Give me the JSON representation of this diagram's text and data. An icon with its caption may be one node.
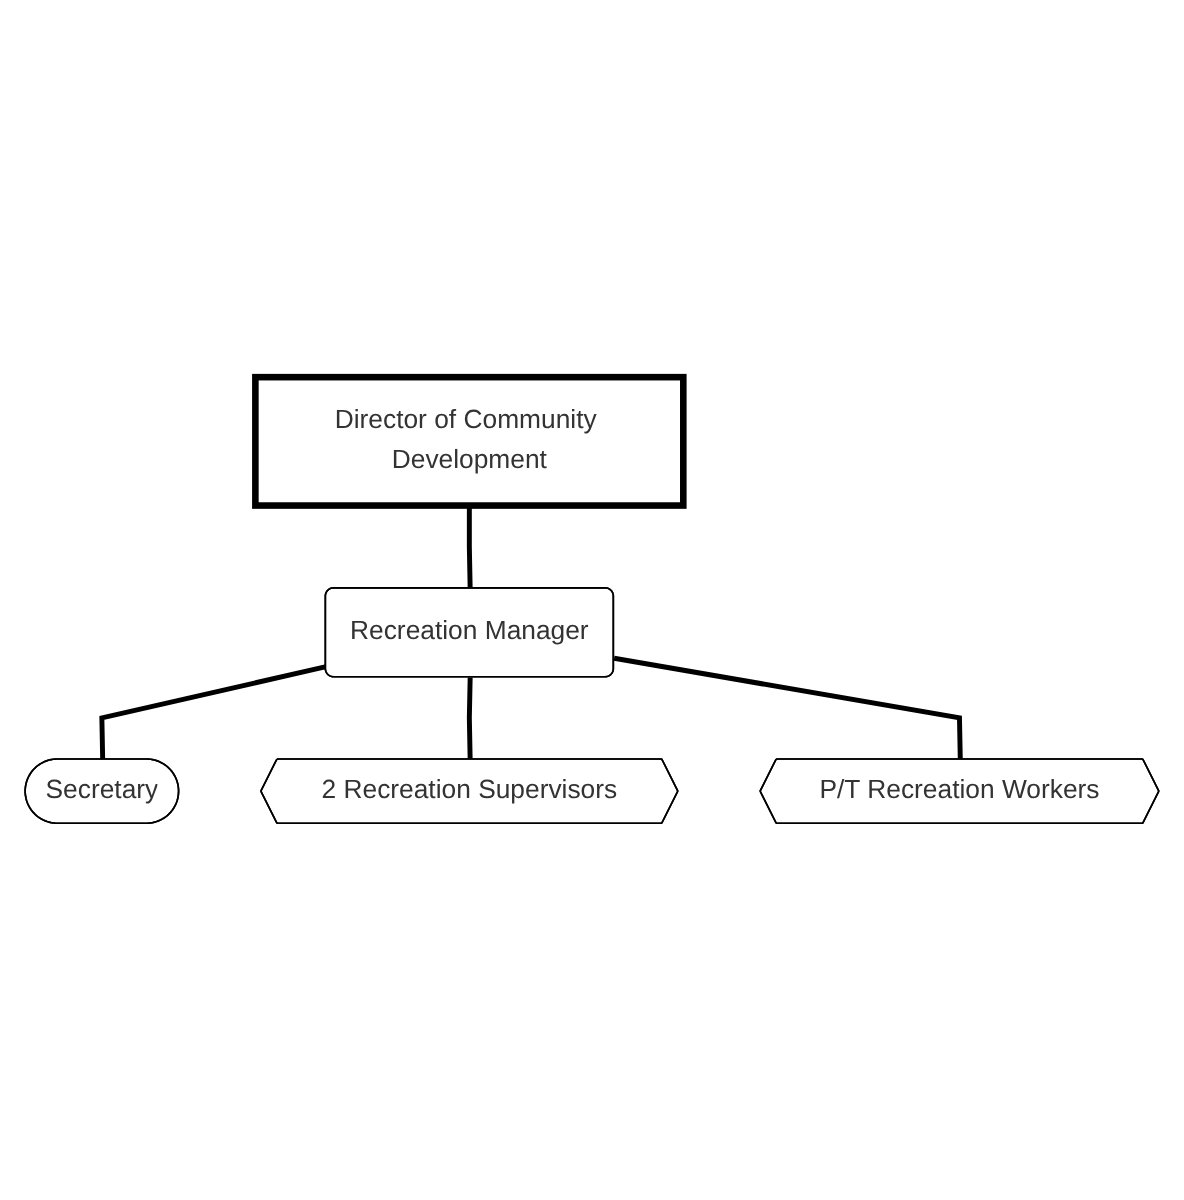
{
  "diagram": {
    "nodes": [
      {
        "text": [
          "Director of Community Development"
        ]
      },
      {
        "text": [
          "Recreation Manager"
        ]
      },
      {
        "text": [
          "Secretary"
        ]
      },
      {
        "text": [
          "2 Recreation Supervisors"
        ]
      },
      {
        "text": [
          "P/T Recreation Workers"
        ]
      }
    ],
    "edges": [
      {
        "from": 0,
        "to": 1,
        "arrow": "none"
      },
      {
        "from": 1,
        "to": 2,
        "arrow": "none"
      },
      {
        "from": 1,
        "to": 3,
        "arrow": "none"
      },
      {
        "from": 1,
        "to": 4,
        "arrow": "none"
      }
    ]
  }
}
